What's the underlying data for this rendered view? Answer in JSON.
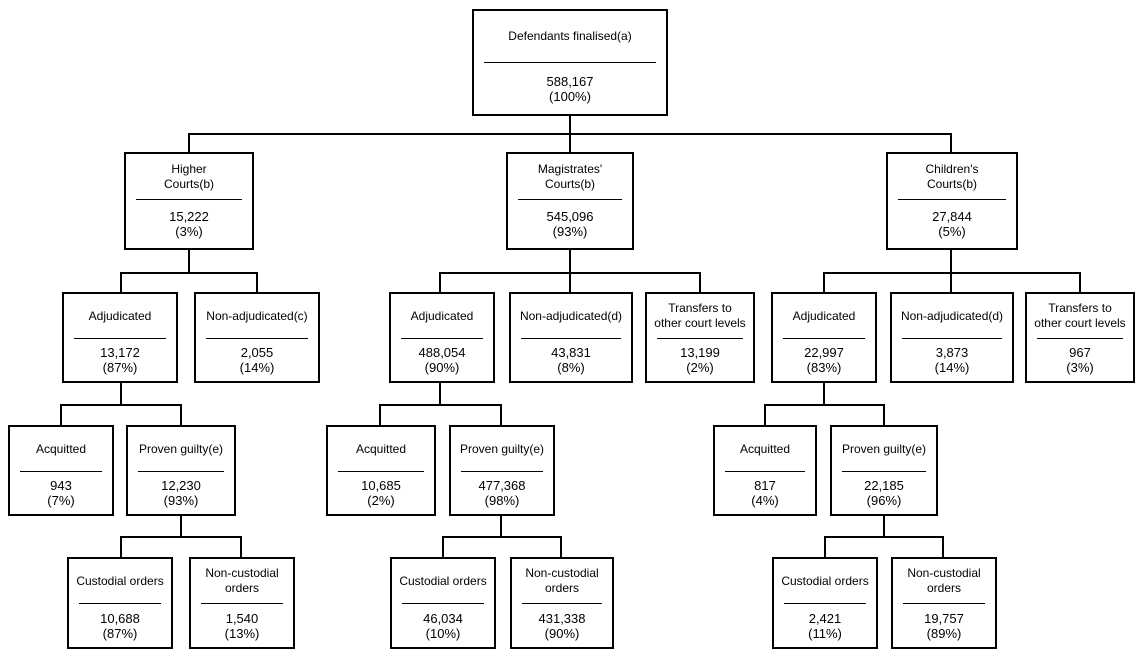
{
  "diagram": {
    "root": {
      "label_lines": [
        "Defendants finalised(a)"
      ],
      "count": "588,167",
      "percent": "(100%)"
    },
    "higher": {
      "court": {
        "label_lines": [
          "Higher",
          "Courts(b)"
        ],
        "count": "15,222",
        "percent": "(3%)"
      },
      "adjudicated": {
        "label_lines": [
          "Adjudicated"
        ],
        "count": "13,172",
        "percent": "(87%)"
      },
      "non_adjudicated": {
        "label_lines": [
          "Non-adjudicated(c)"
        ],
        "count": "2,055",
        "percent": "(14%)"
      },
      "acquitted": {
        "label_lines": [
          "Acquitted"
        ],
        "count": "943",
        "percent": "(7%)"
      },
      "proven_guilty": {
        "label_lines": [
          "Proven guilty(e)"
        ],
        "count": "12,230",
        "percent": "(93%)"
      },
      "custodial": {
        "label_lines": [
          "Custodial orders"
        ],
        "count": "10,688",
        "percent": "(87%)"
      },
      "non_custodial": {
        "label_lines": [
          "Non-custodial",
          "orders"
        ],
        "count": "1,540",
        "percent": "(13%)"
      }
    },
    "magistrates": {
      "court": {
        "label_lines": [
          "Magistrates'",
          "Courts(b)"
        ],
        "count": "545,096",
        "percent": "(93%)"
      },
      "adjudicated": {
        "label_lines": [
          "Adjudicated"
        ],
        "count": "488,054",
        "percent": "(90%)"
      },
      "non_adjudicated": {
        "label_lines": [
          "Non-adjudicated(d)"
        ],
        "count": "43,831",
        "percent": "(8%)"
      },
      "transfers": {
        "label_lines": [
          "Transfers to",
          "other court levels"
        ],
        "count": "13,199",
        "percent": "(2%)"
      },
      "acquitted": {
        "label_lines": [
          "Acquitted"
        ],
        "count": "10,685",
        "percent": "(2%)"
      },
      "proven_guilty": {
        "label_lines": [
          "Proven guilty(e)"
        ],
        "count": "477,368",
        "percent": "(98%)"
      },
      "custodial": {
        "label_lines": [
          "Custodial orders"
        ],
        "count": "46,034",
        "percent": "(10%)"
      },
      "non_custodial": {
        "label_lines": [
          "Non-custodial",
          "orders"
        ],
        "count": "431,338",
        "percent": "(90%)"
      }
    },
    "childrens": {
      "court": {
        "label_lines": [
          "Children's",
          "Courts(b)"
        ],
        "count": "27,844",
        "percent": "(5%)"
      },
      "adjudicated": {
        "label_lines": [
          "Adjudicated"
        ],
        "count": "22,997",
        "percent": "(83%)"
      },
      "non_adjudicated": {
        "label_lines": [
          "Non-adjudicated(d)"
        ],
        "count": "3,873",
        "percent": "(14%)"
      },
      "transfers": {
        "label_lines": [
          "Transfers to",
          "other court levels"
        ],
        "count": "967",
        "percent": "(3%)"
      },
      "acquitted": {
        "label_lines": [
          "Acquitted"
        ],
        "count": "817",
        "percent": "(4%)"
      },
      "proven_guilty": {
        "label_lines": [
          "Proven guilty(e)"
        ],
        "count": "22,185",
        "percent": "(96%)"
      },
      "custodial": {
        "label_lines": [
          "Custodial orders"
        ],
        "count": "2,421",
        "percent": "(11%)"
      },
      "non_custodial": {
        "label_lines": [
          "Non-custodial",
          "orders"
        ],
        "count": "19,757",
        "percent": "(89%)"
      }
    }
  }
}
